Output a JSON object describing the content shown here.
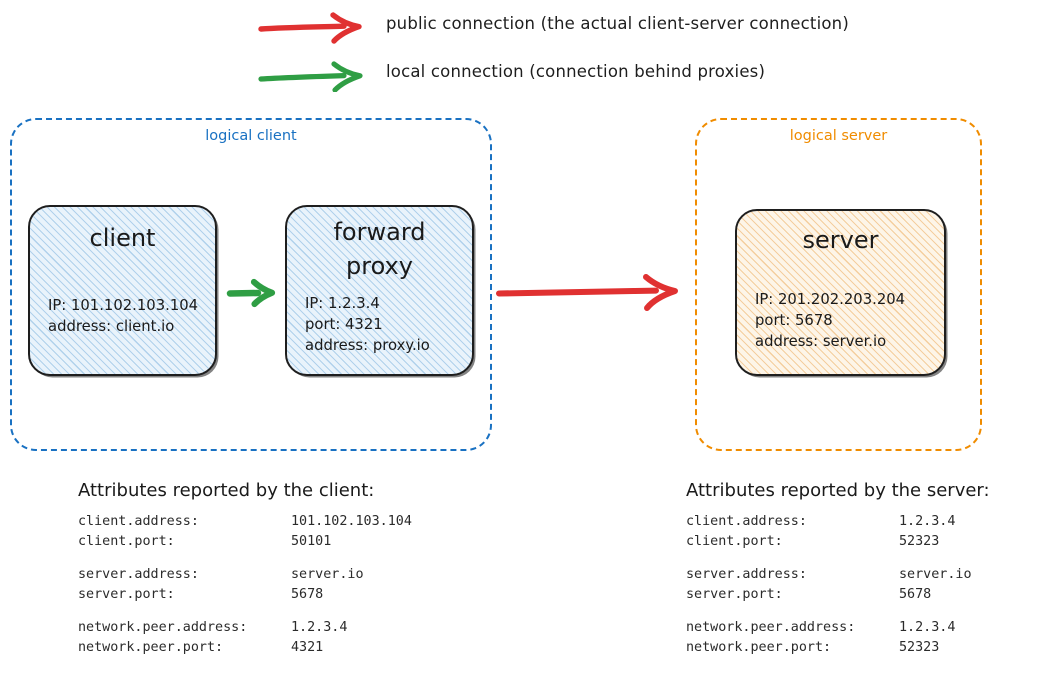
{
  "legend": {
    "items": [
      {
        "icon": "arrow-right-icon",
        "color": "#e03131",
        "label": "public connection (the actual client-server connection)"
      },
      {
        "icon": "arrow-right-icon",
        "color": "#2f9e44",
        "label": "local connection (connection behind proxies)"
      }
    ]
  },
  "groups": {
    "client": {
      "label": "logical client",
      "color": "#1971c2"
    },
    "server": {
      "label": "logical server",
      "color": "#f08c00"
    }
  },
  "nodes": {
    "client": {
      "title": "client",
      "props": "IP: 101.102.103.104\naddress: client.io",
      "fill": "#e9f3fb",
      "hatch": "#78afdc"
    },
    "proxy": {
      "title": "forward\nproxy",
      "props": "IP: 1.2.3.4\nport: 4321\naddress: proxy.io",
      "fill": "#e9f3fb",
      "hatch": "#78afdc"
    },
    "server": {
      "title": "server",
      "props": "IP: 201.202.203.204\nport: 5678\naddress: server.io",
      "fill": "#fdf5e8",
      "hatch": "#ebaa5a"
    }
  },
  "connections": {
    "local": {
      "name": "local connection",
      "color": "#2f9e44",
      "from": "client",
      "to": "proxy"
    },
    "public": {
      "name": "public connection",
      "color": "#e03131",
      "from": "proxy",
      "to": "server"
    }
  },
  "attributes_client": {
    "heading": "Attributes reported by the client:",
    "groups": [
      [
        {
          "key": "client.address:",
          "value": "101.102.103.104"
        },
        {
          "key": "client.port:",
          "value": "50101"
        }
      ],
      [
        {
          "key": "server.address:",
          "value": "server.io"
        },
        {
          "key": "server.port:",
          "value": "5678"
        }
      ],
      [
        {
          "key": "network.peer.address:",
          "value": "1.2.3.4"
        },
        {
          "key": "network.peer.port:",
          "value": "4321"
        }
      ]
    ]
  },
  "attributes_server": {
    "heading": "Attributes reported by the server:",
    "groups": [
      [
        {
          "key": "client.address:",
          "value": "1.2.3.4"
        },
        {
          "key": "client.port:",
          "value": "52323"
        }
      ],
      [
        {
          "key": "server.address:",
          "value": "server.io"
        },
        {
          "key": "server.port:",
          "value": "5678"
        }
      ],
      [
        {
          "key": "network.peer.address:",
          "value": "1.2.3.4"
        },
        {
          "key": "network.peer.port:",
          "value": "52323"
        }
      ]
    ]
  }
}
